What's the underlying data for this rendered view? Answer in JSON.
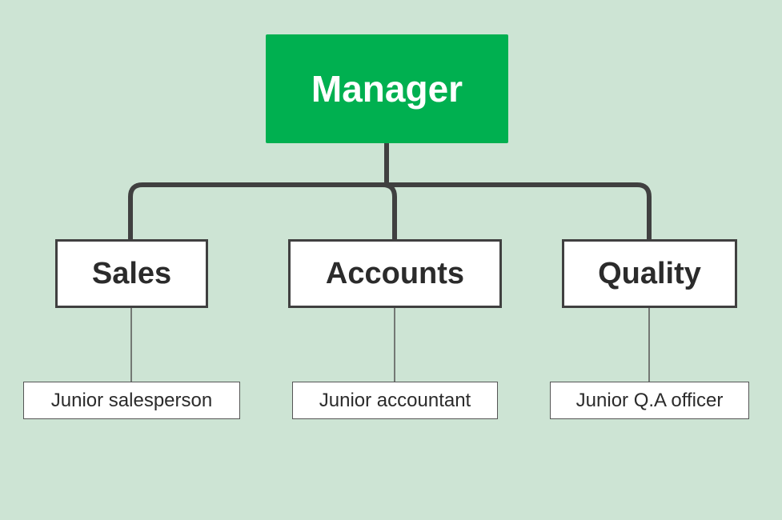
{
  "root": {
    "label": "Manager",
    "color": "#00b050"
  },
  "departments": [
    {
      "label": "Sales",
      "sub": "Junior salesperson"
    },
    {
      "label": "Accounts",
      "sub": "Junior accountant"
    },
    {
      "label": "Quality",
      "sub": "Junior Q.A officer"
    }
  ],
  "colors": {
    "background": "#cde4d4",
    "connector": "#404040"
  }
}
